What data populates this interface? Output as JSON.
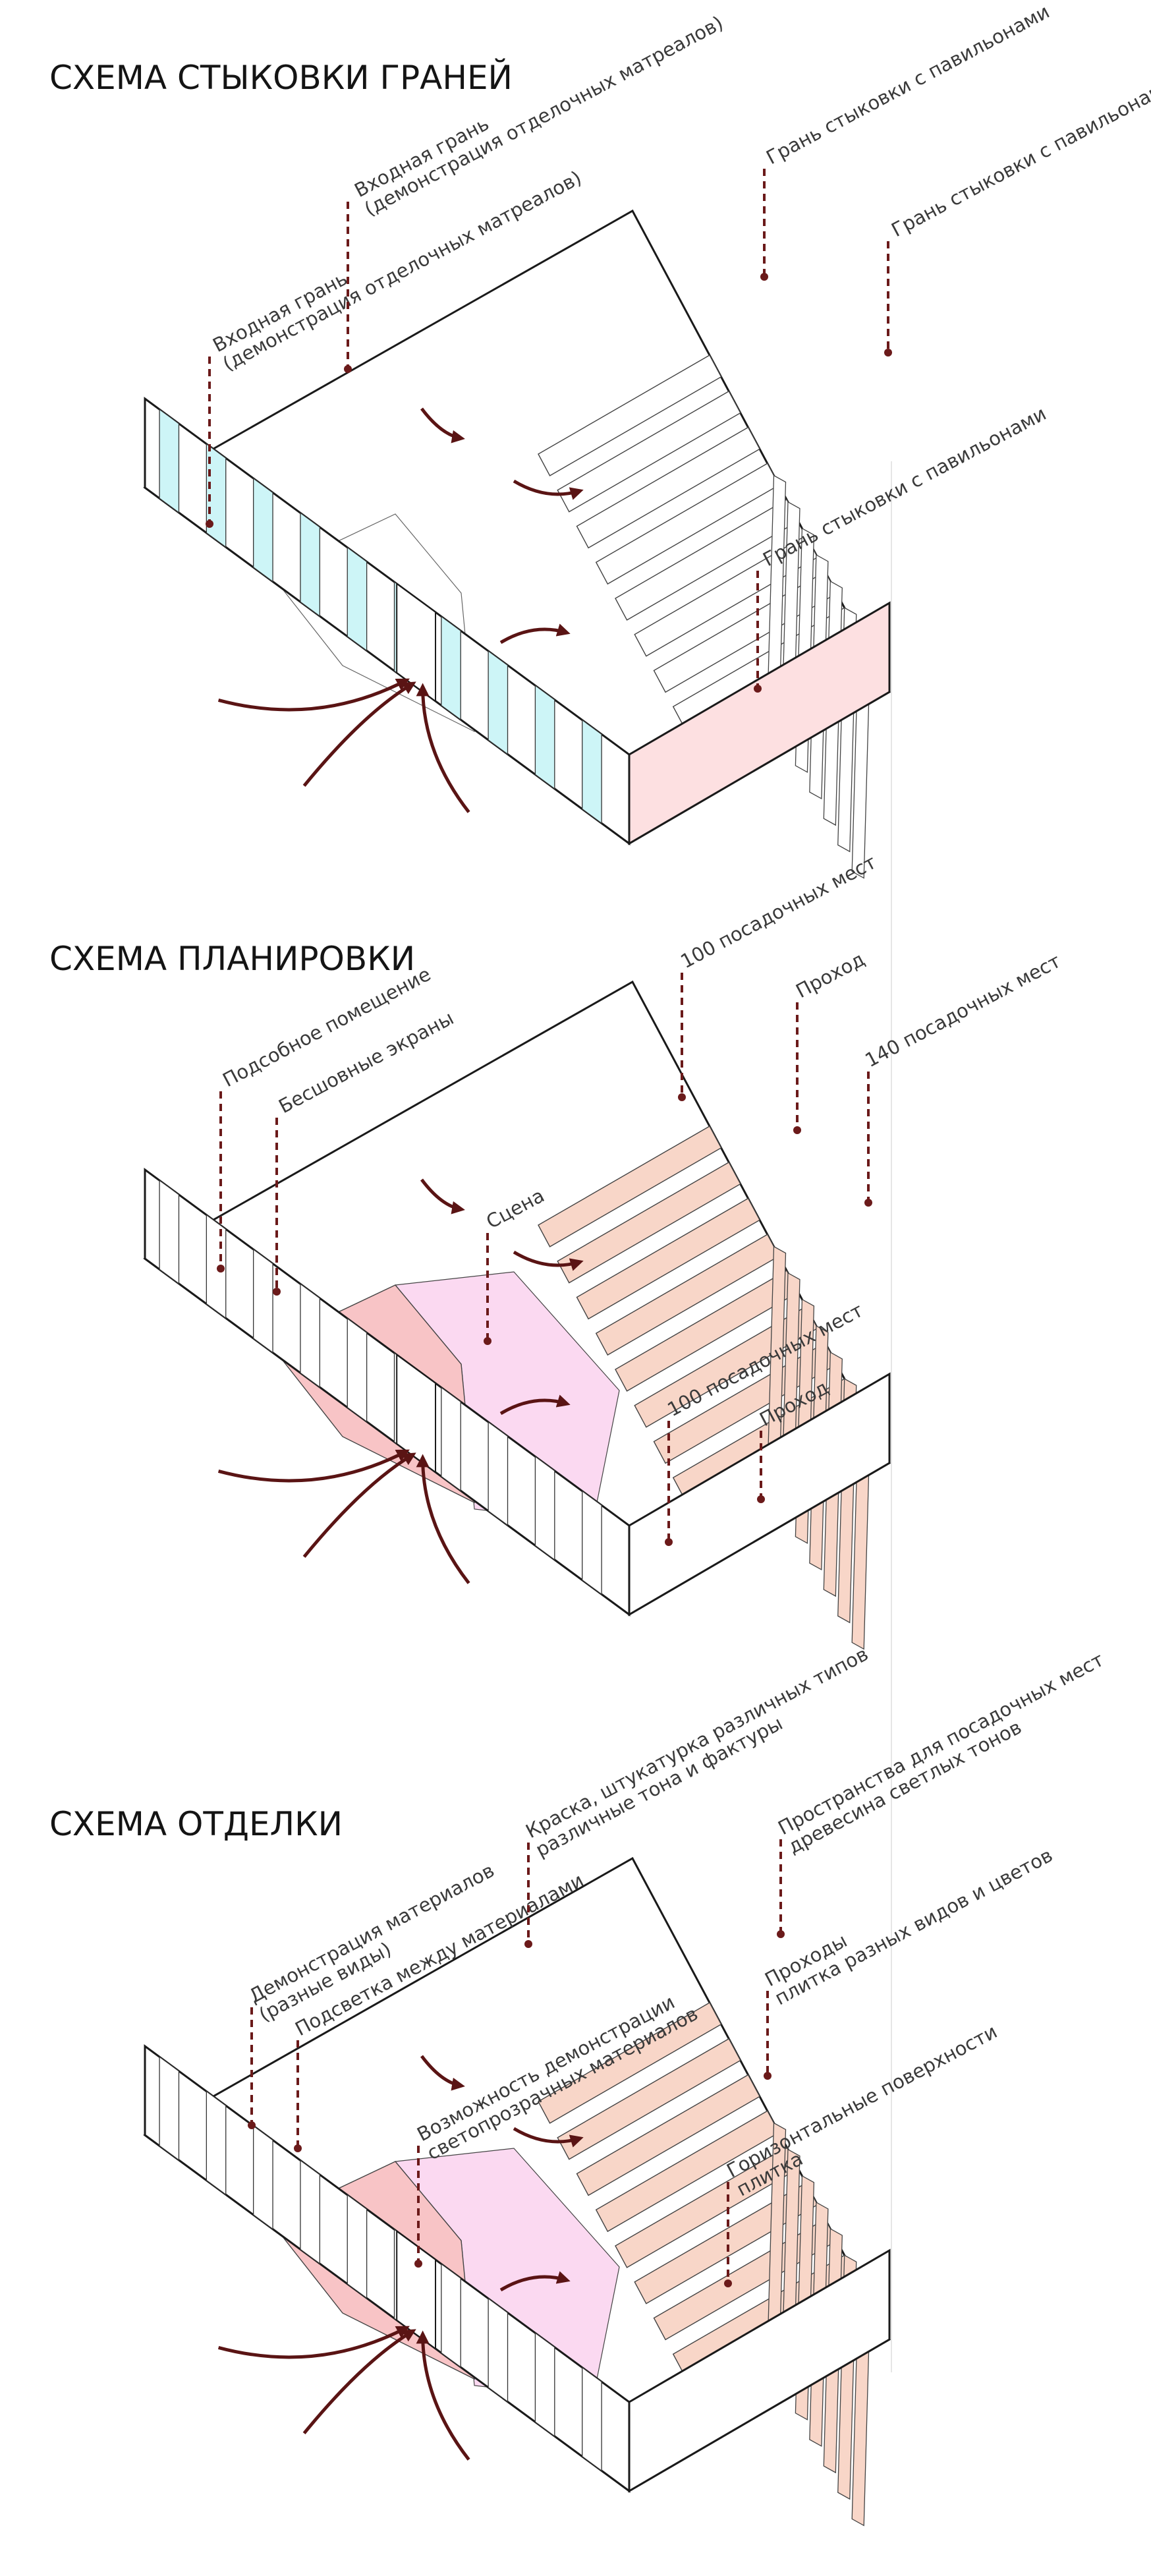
{
  "colors": {
    "accent": "#6b1a1a",
    "glass": "#cdf5f7",
    "stage_pink": "#f8c4c6",
    "aisle_pink": "#fbd9f1",
    "seat_peach": "#f8d6c8",
    "wall_pink": "#fde0e1"
  },
  "diagrams": [
    {
      "title": "СХЕМА СТЫКОВКИ ГРАНЕЙ",
      "annotations": [
        "Входная грань\n(демонстрация отделочных матреалов)",
        "Входная грань\n(демонстрация отделочных матреалов)",
        "Грань стыковки с павильонами",
        "Грань стыковки с павильонами",
        "Грань стыковки с павильонами"
      ]
    },
    {
      "title": "СХЕМА ПЛАНИРОВКИ",
      "annotations": [
        "Подсобное помещение",
        "Бесшовные экраны",
        "Сцена",
        "100 посадочных мест",
        "Проход",
        "140 посадочных мест",
        "100 посадочных мест",
        "Проход"
      ]
    },
    {
      "title": "СХЕМА ОТДЕЛКИ",
      "annotations": [
        "Демонстрация материалов\n(разные виды)",
        "Подсветка между материалами",
        "Краска, штукатурка различных типов\nразличные тона и фактуры",
        "Пространства для посадочных мест\nдревесина светлых тонов",
        "Возможность демонстрации\nсветопрозрачных материалов",
        "Проходы\nплитка разных видов и цветов",
        "Горизонтальные поверхности\nплитка"
      ]
    }
  ]
}
